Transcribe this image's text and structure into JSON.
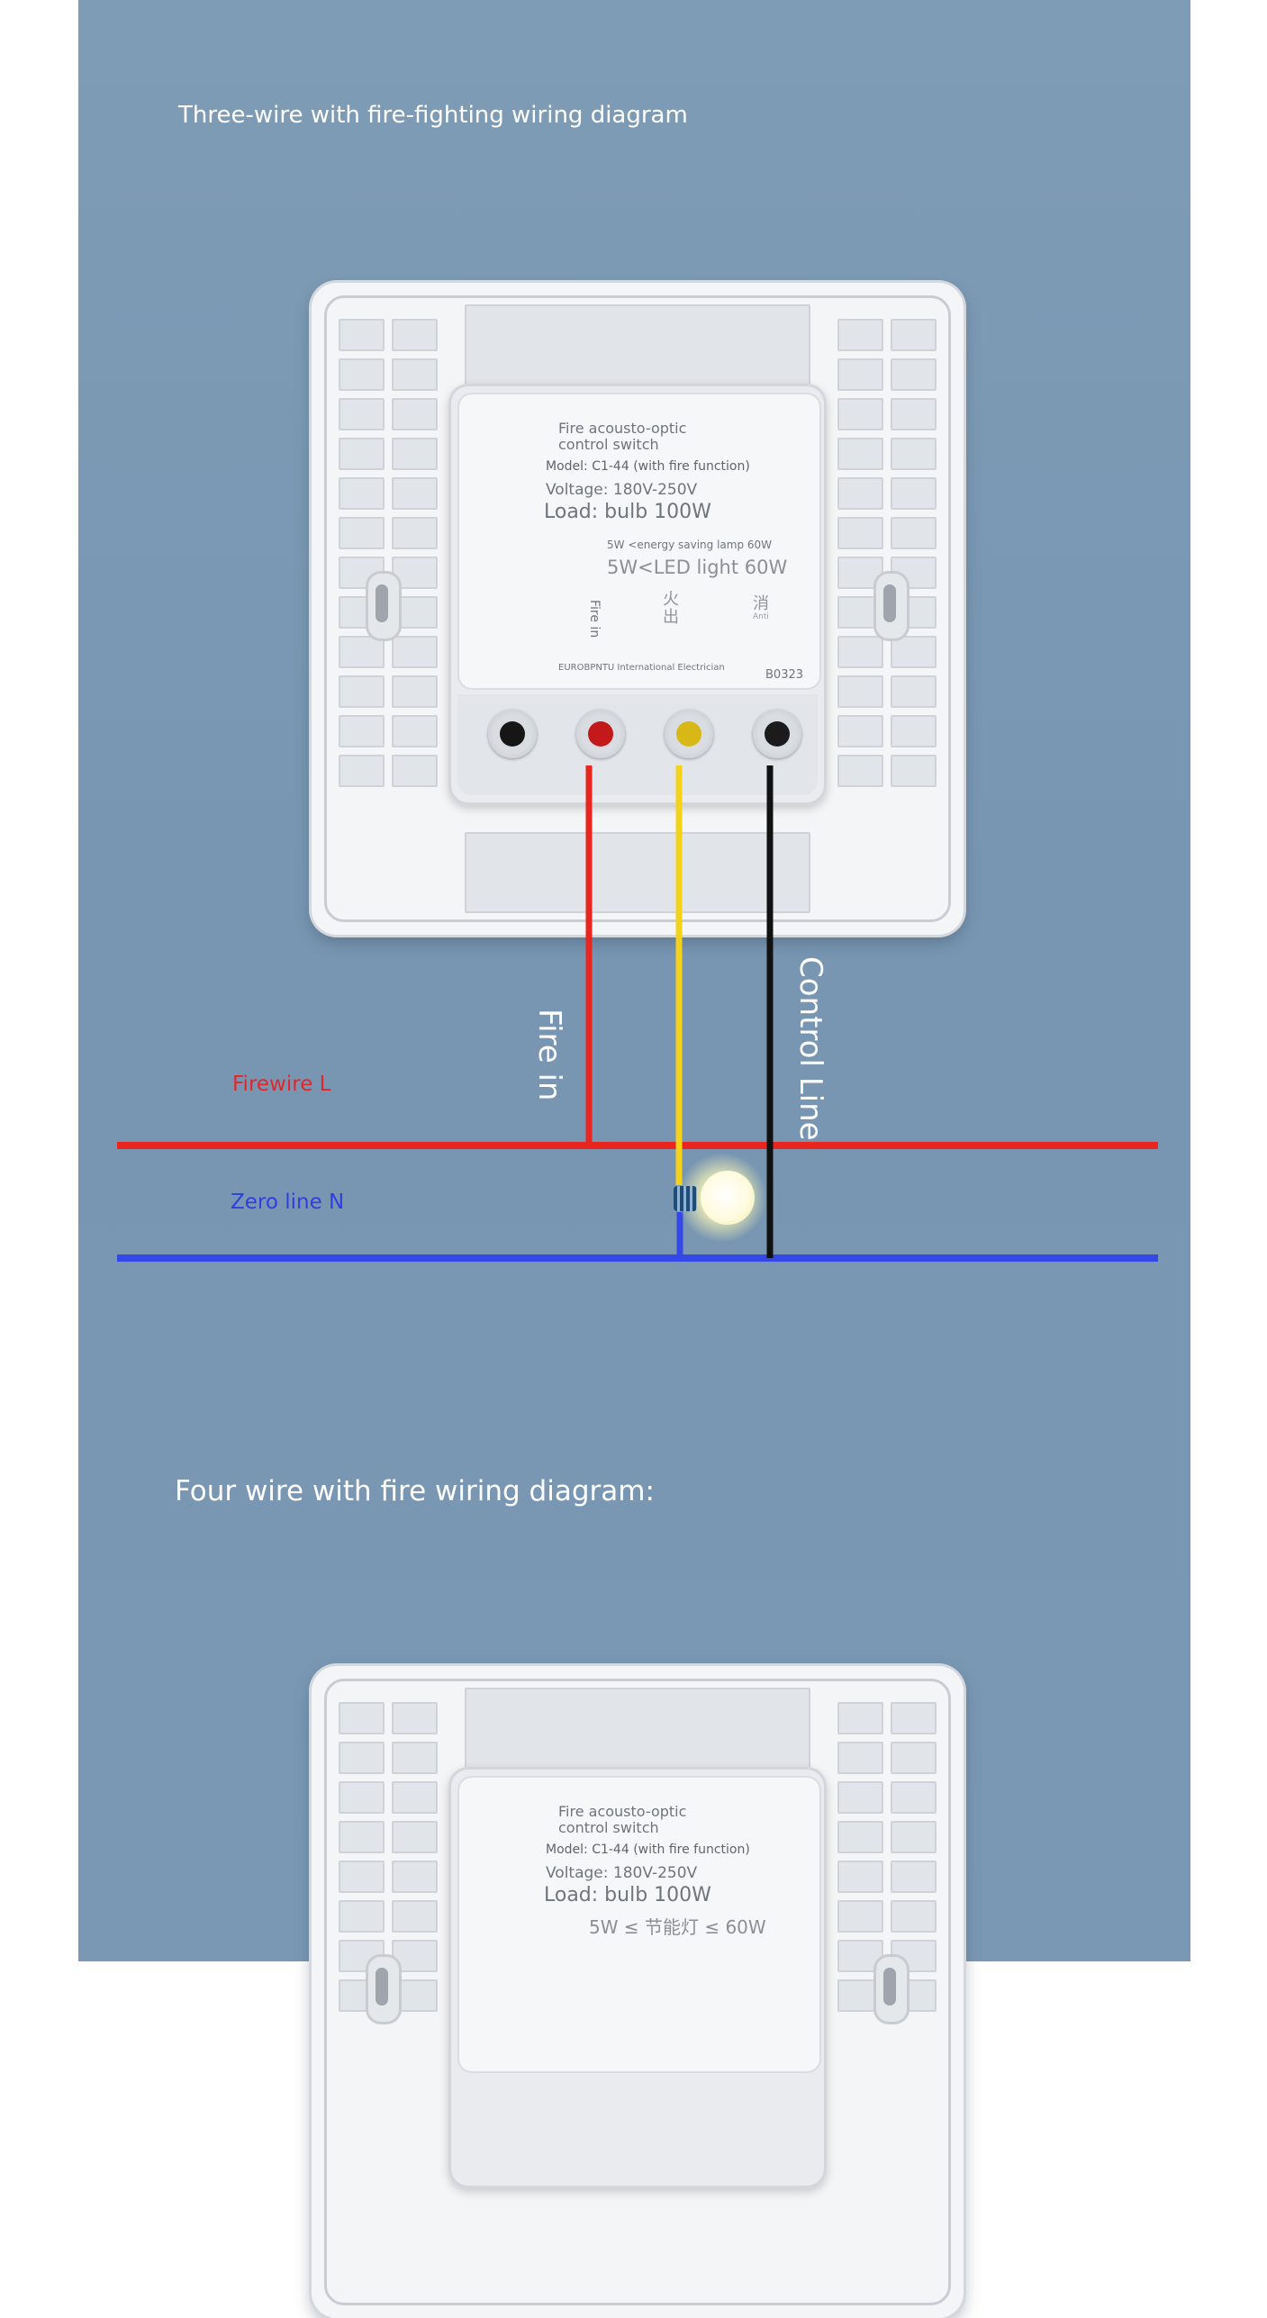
{
  "diagram_1": {
    "title": "Three-wire with fire-fighting wiring diagram",
    "module_label": {
      "name_line1": "Fire acousto-optic",
      "name_line2": "control switch",
      "model": "Model: C1-44 (with fire function)",
      "voltage": "Voltage: 180V-250V",
      "load": "Load: bulb 100W",
      "energy": "5W <energy saving lamp 60W",
      "led": "5W<LED light 60W",
      "terminal_fire_in": "Fire in",
      "terminal_fire_out": "火出",
      "terminal_anti": "消",
      "terminal_anti_sub": "Anti",
      "brand": "EUROBPNTU International Electrician",
      "code": "B0323"
    },
    "wire_labels": {
      "firewire": "Firewire L",
      "zero": "Zero line N",
      "fire_in": "Fire in",
      "control": "Control Line"
    },
    "colors": {
      "firewire": "#e8261f",
      "zero": "#3348e6",
      "fire_in_wire": "#e8261f",
      "output_wire": "#f5d21a",
      "control_wire": "#111111",
      "panel": "#7a98b4"
    }
  },
  "diagram_2": {
    "title": "Four wire with fire wiring diagram:",
    "module_label": {
      "name_line1": "Fire acousto-optic",
      "name_line2": "control switch",
      "model": "Model: C1-44 (with fire function)",
      "voltage": "Voltage: 180V-250V",
      "load": "Load: bulb 100W",
      "energy": "5W ≤ 节能灯 ≤ 60W"
    }
  }
}
